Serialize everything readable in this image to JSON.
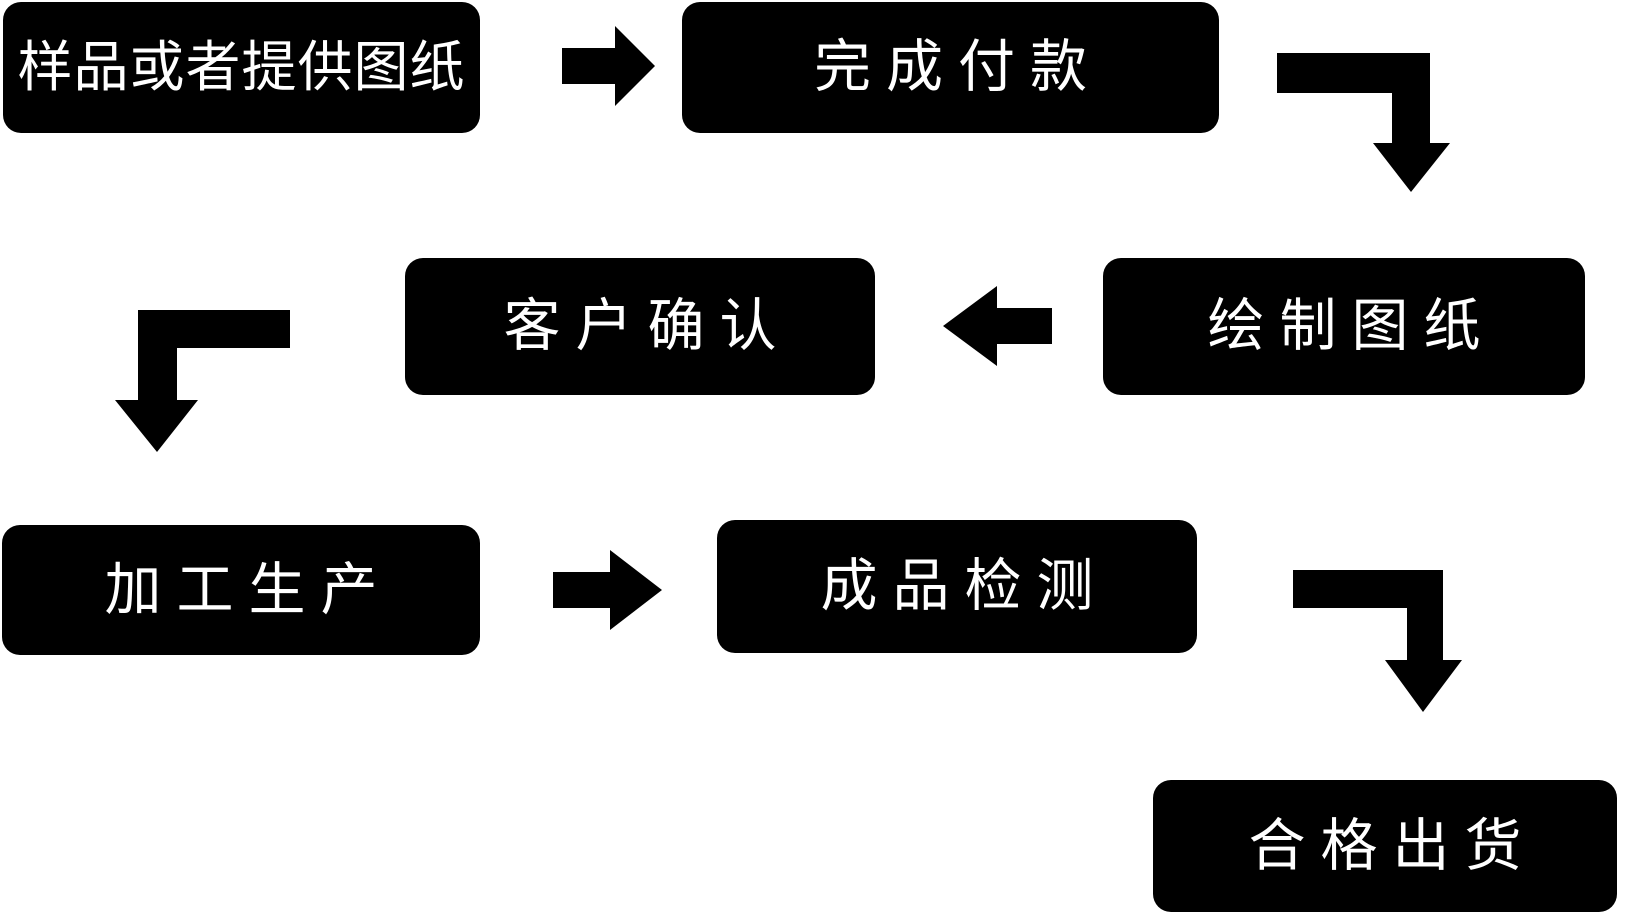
{
  "diagram": {
    "type": "flowchart",
    "background_color": "#ffffff",
    "node_fill_color": "#000000",
    "node_text_color": "#ffffff",
    "arrow_color": "#000000",
    "nodes": [
      {
        "id": "sample",
        "label": "样品或者提供图纸"
      },
      {
        "id": "payment",
        "label": "完成付款"
      },
      {
        "id": "confirm",
        "label": "客户确认"
      },
      {
        "id": "draw",
        "label": "绘制图纸"
      },
      {
        "id": "production",
        "label": "加工生产"
      },
      {
        "id": "inspection",
        "label": "成品检测"
      },
      {
        "id": "shipment",
        "label": "合格出货"
      }
    ],
    "edges": [
      {
        "from": "sample",
        "to": "payment",
        "style": "straight-right"
      },
      {
        "from": "payment",
        "to": "draw",
        "style": "elbow-right-down"
      },
      {
        "from": "draw",
        "to": "confirm",
        "style": "straight-left"
      },
      {
        "from": "confirm",
        "to": "production",
        "style": "elbow-left-down"
      },
      {
        "from": "production",
        "to": "inspection",
        "style": "straight-right"
      },
      {
        "from": "inspection",
        "to": "shipment",
        "style": "elbow-right-down"
      }
    ]
  }
}
